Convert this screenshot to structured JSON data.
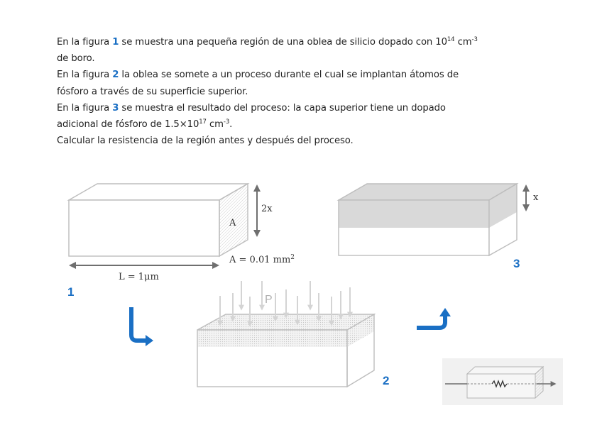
{
  "problem": {
    "line1": {
      "pre": "En la figura ",
      "num": "1",
      "post": " se muestra una pequeña región de una oblea de silicio dopado con 10",
      "exp": "14",
      "unit": " cm",
      "unit_exp": "-3"
    },
    "line1b": "de boro.",
    "line2": {
      "pre": "En la figura ",
      "num": "2",
      "post": " la oblea se somete a un proceso durante el cual se implantan átomos de"
    },
    "line2b": "fósforo a través de su superficie superior.",
    "line3": {
      "pre": "En la figura ",
      "num": "3",
      "post": " se muestra el resultado del proceso: la capa superior tiene un dopado"
    },
    "line3b": {
      "pre": "adicional de fósforo de 1.5×10",
      "exp": "17",
      "unit": " cm",
      "unit_exp": "-3",
      "end": "."
    },
    "line4": "Calcular la resistencia de la región antes y después del proceso."
  },
  "figure1": {
    "label": "1",
    "face_label": "A",
    "height_label": "2x",
    "area_label": "A = 0.01 mm",
    "area_exp": "2",
    "length_label": "L = 1μm"
  },
  "figure2": {
    "label": "2",
    "implant_label": "P"
  },
  "figure3": {
    "label": "3",
    "layer_label": "x"
  },
  "transition_arrows": [
    "arrow-1-to-2",
    "arrow-2-to-3"
  ],
  "resistor_icon": {
    "description": "block with resistor symbol and current arrow"
  },
  "colors": {
    "accent_blue": "#1a6fc4",
    "outline_gray": "#bdbdbd",
    "dim_arrow_gray": "#6f6f6f",
    "doped_layer_gray": "#d9d9d9",
    "implant_arrow_gray": "#d4d4d4"
  }
}
